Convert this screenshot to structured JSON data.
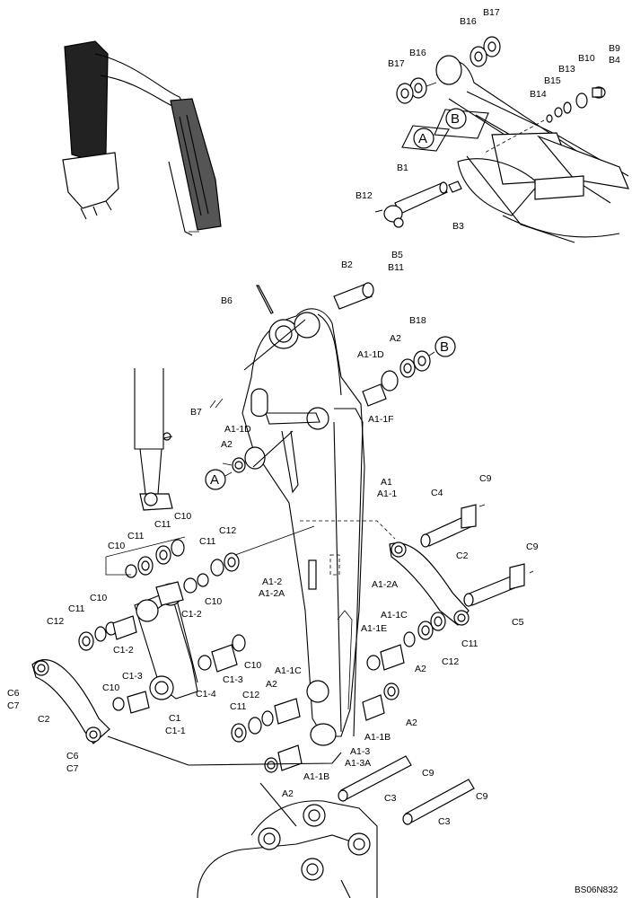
{
  "labels": {
    "B17_top": "B17",
    "B16_top": "B16",
    "B17_left": "B17",
    "B16_left": "B16",
    "B9": "B9",
    "B4": "B4",
    "B10": "B10",
    "B13": "B13",
    "B15": "B15",
    "B14": "B14",
    "B1": "B1",
    "B12": "B12",
    "B3": "B3",
    "B5": "B5",
    "B11": "B11",
    "B2": "B2",
    "B6": "B6",
    "B18": "B18",
    "B7": "B7",
    "A1_1D_r": "A1-1D",
    "A2_r": "A2",
    "A1_1F": "A1-1F",
    "A1_1D_l": "A1-1D",
    "A2_l": "A2",
    "A1": "A1",
    "A1_1": "A1-1",
    "C4": "C4",
    "C9_1": "C9",
    "C9_2": "C9",
    "C2_r": "C2",
    "C5": "C5",
    "A1_2": "A1-2",
    "A1_2A": "A1-2A",
    "A1_2A_r": "A1-2A",
    "C10_a": "C10",
    "C11_a": "C11",
    "C11_b": "C11",
    "C10_b": "C10",
    "C12_a": "C12",
    "C11_c": "C11",
    "C1_2a": "C1-2",
    "C10_c": "C10",
    "C10_d": "C10",
    "C11_d": "C11",
    "C12_b": "C12",
    "C1_2b": "C1-2",
    "A1_1C_r": "A1-1C",
    "A1_1E": "A1-1E",
    "A2_r2": "A2",
    "C12_c": "C12",
    "C11_e": "C11",
    "C6a": "C6",
    "C7a": "C7",
    "C2_l": "C2",
    "C6b": "C6",
    "C7b": "C7",
    "C10_e": "C10",
    "C1_3a": "C1-3",
    "C1_3b": "C1-3",
    "C10_f": "C10",
    "C1_4": "C1-4",
    "C1": "C1",
    "C1_1": "C1-1",
    "C12_d": "C12",
    "C11_f": "C11",
    "A2_m": "A2",
    "A1_1C_m": "A1-1C",
    "A2_b": "A2",
    "A1_1B_r": "A1-1B",
    "A1_3": "A1-3",
    "A1_3A": "A1-3A",
    "A2_bl": "A2",
    "A1_1B_l": "A1-1B",
    "C9_3": "C9",
    "C3_a": "C3",
    "C9_4": "C9",
    "C3_b": "C3"
  },
  "callouts": {
    "A_top": "A",
    "B_top": "B",
    "A_left": "A",
    "B_right": "B"
  },
  "drawing_code": "BS06N832"
}
